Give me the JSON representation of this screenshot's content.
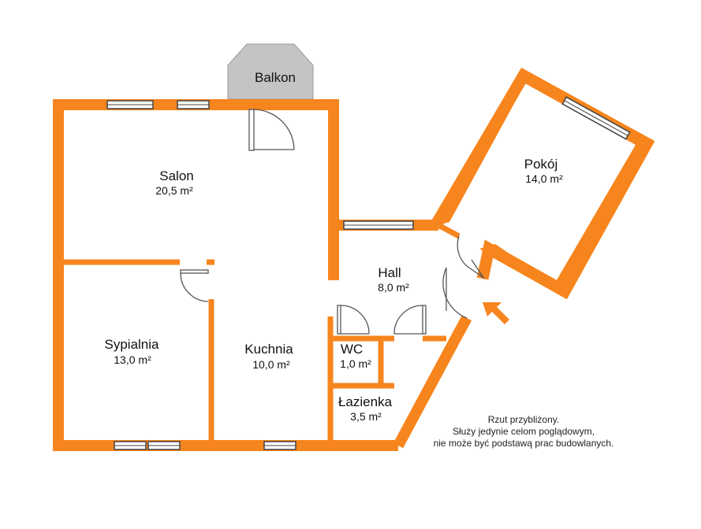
{
  "colors": {
    "wall": "#f7851d",
    "balcony": "#c4c4c4",
    "window_frame": "#444444",
    "door": "#555555"
  },
  "rooms": {
    "balkon": {
      "name": "Balkon"
    },
    "salon": {
      "name": "Salon",
      "area": "20,5 m²"
    },
    "pokoj": {
      "name": "Pokój",
      "area": "14,0 m²"
    },
    "hall": {
      "name": "Hall",
      "area": "8,0 m²"
    },
    "sypialnia": {
      "name": "Sypialnia",
      "area": "13,0 m²"
    },
    "kuchnia": {
      "name": "Kuchnia",
      "area": "10,0 m²"
    },
    "wc": {
      "name": "WC",
      "area": "1,0 m²"
    },
    "lazienka": {
      "name": "Łazienka",
      "area": "3,5 m²"
    }
  },
  "disclaimer": {
    "line1": "Rzut przybliżony.",
    "line2": "Służy jedynie celom poglądowym,",
    "line3": "nie może być podstawą prac budowlanych."
  },
  "entrance": {
    "icon": "entrance-arrow-icon"
  }
}
